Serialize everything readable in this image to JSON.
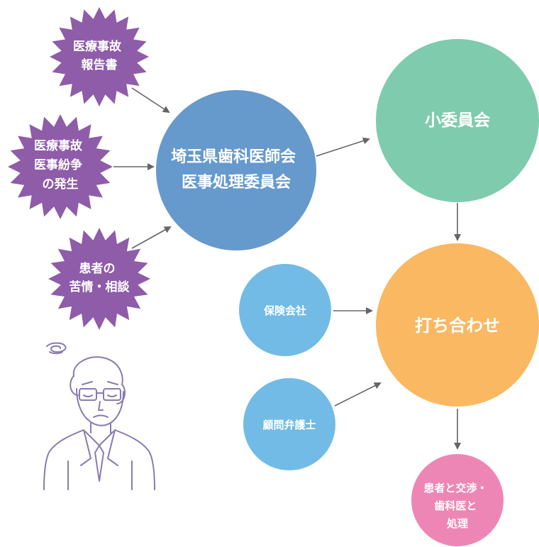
{
  "colors": {
    "starburst": "#8E5CA8",
    "main_committee": "#6699CC",
    "sub_committee": "#7FCBAE",
    "meeting": "#FAB862",
    "external": "#72BBE6",
    "result": "#EE86B5",
    "arrow": "#666666",
    "person_line": "#8A7AAE"
  },
  "starbursts": [
    {
      "id": "report",
      "lines": [
        "医療事故",
        "報告書"
      ]
    },
    {
      "id": "accident",
      "lines": [
        "医療事故",
        "医事紛争",
        "の発生"
      ]
    },
    {
      "id": "complaint",
      "lines": [
        "患者の",
        "苦情・相談"
      ]
    }
  ],
  "nodes": {
    "main_committee": {
      "lines": [
        "埼玉県歯科医師会",
        "医事処理委員会"
      ]
    },
    "sub_committee": {
      "lines": [
        "小委員会"
      ]
    },
    "meeting": {
      "lines": [
        "打ち合わせ"
      ]
    },
    "insurance": {
      "lines": [
        "保険会社"
      ]
    },
    "lawyer": {
      "lines": [
        "顧問弁護士"
      ]
    },
    "result": {
      "lines": [
        "患者と交渉・",
        "歯科医と",
        "処理"
      ]
    }
  },
  "icons": {
    "person": "worried-doctor-icon"
  }
}
